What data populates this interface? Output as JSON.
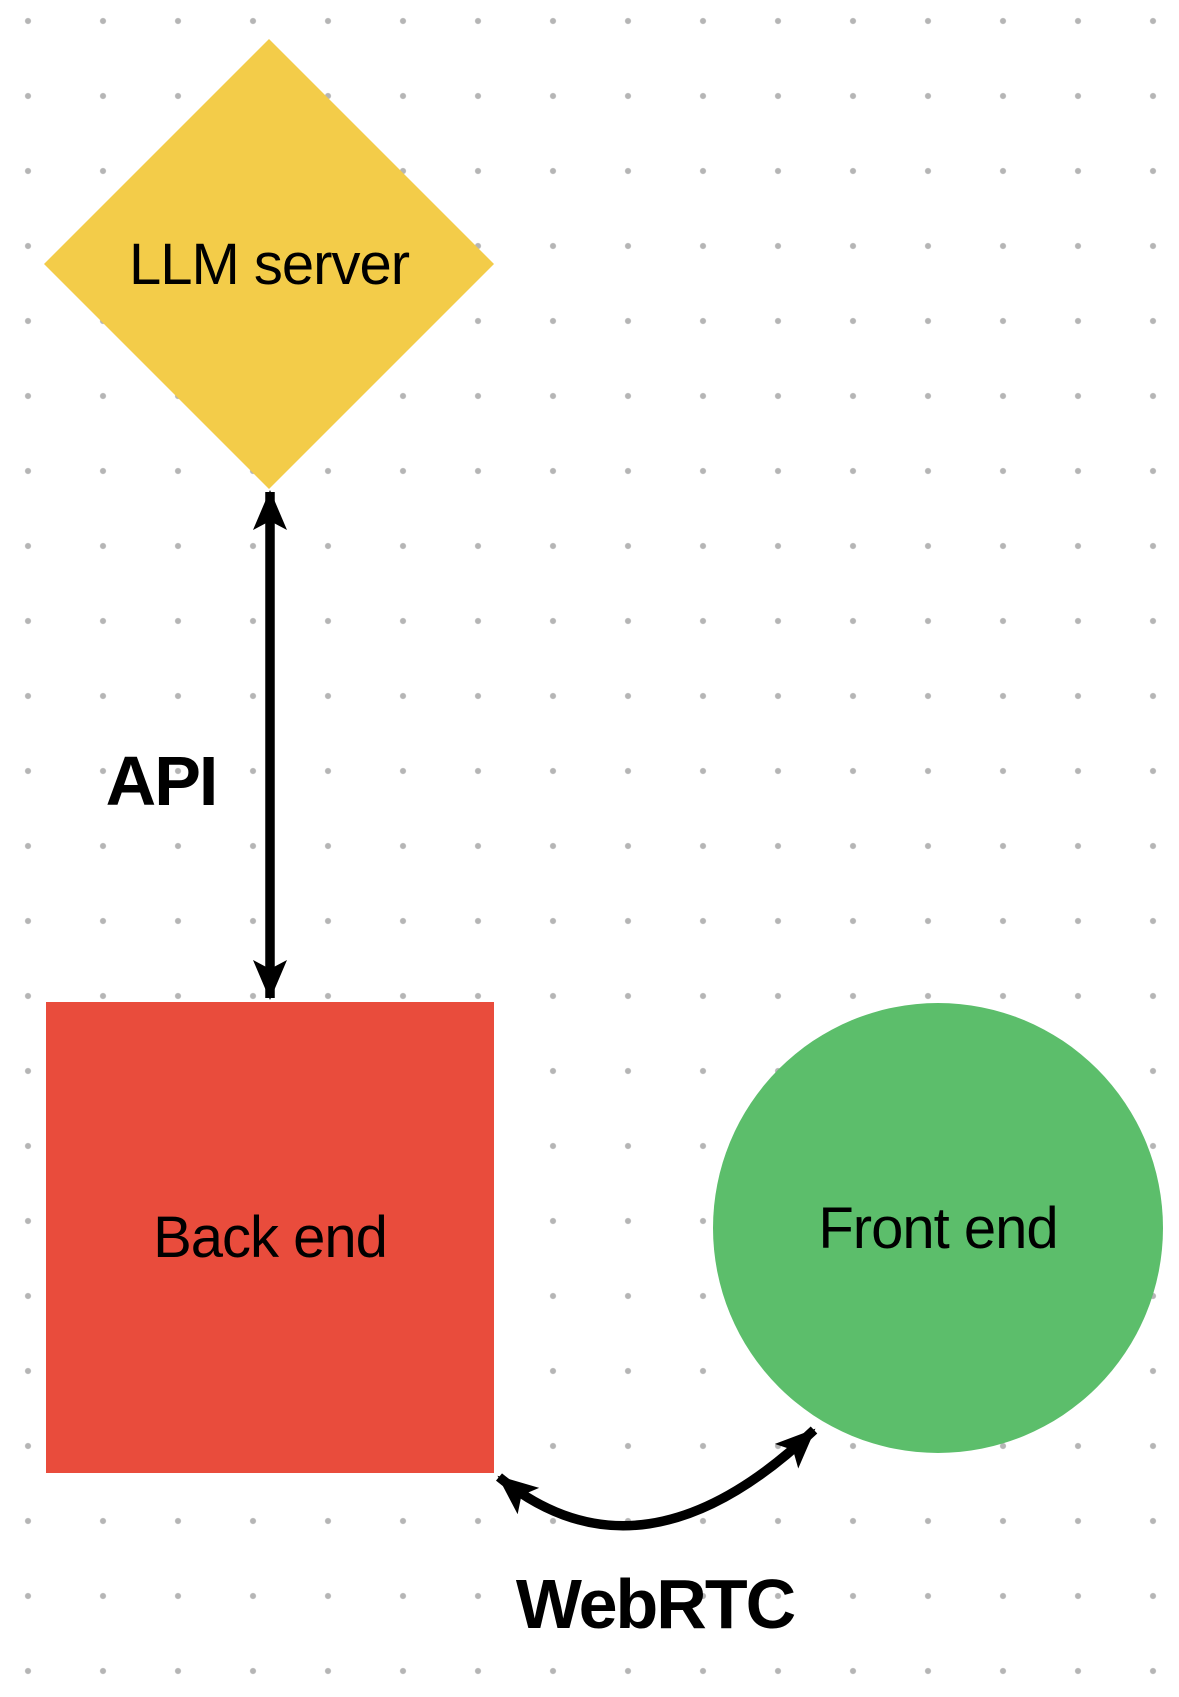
{
  "canvas": {
    "background_color": "#ffffff",
    "grid": {
      "style": "dots",
      "dot_color": "#b5b5b5"
    }
  },
  "nodes": {
    "llm": {
      "label": "LLM server",
      "shape": "diamond",
      "color": "#F3CC49",
      "text_color": "#000000"
    },
    "backend": {
      "label": "Back end",
      "shape": "square",
      "color": "#E94C3C",
      "text_color": "#000000"
    },
    "frontend": {
      "label": "Front end",
      "shape": "circle",
      "color": "#5CBE6B",
      "text_color": "#000000"
    }
  },
  "edges": {
    "api": {
      "label": "API",
      "from": "LLM server",
      "to": "Back end",
      "bidirectional": true,
      "style": "straight"
    },
    "webrtc": {
      "label": "WebRTC",
      "from": "Back end",
      "to": "Front end",
      "bidirectional": true,
      "style": "curved"
    }
  },
  "connectors": {
    "color": "#000000"
  }
}
